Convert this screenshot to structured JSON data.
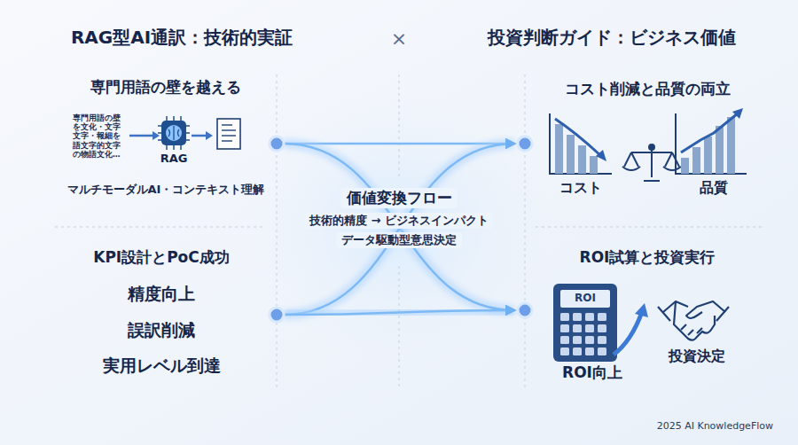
{
  "diagram": {
    "title": "RAG型AI通訳：技術的実証",
    "nodes": [
      {
        "text": [
          "専門用語の壁を越える",
          "マルチモーダルAI・コンテキスト理解"
        ]
      },
      {
        "text": [
          "KPI設計とPoC成功",
          "精度向上",
          "誤訳削減",
          "実用レベル到達"
        ]
      },
      {
        "text": [
          "コスト削減と品質の両立"
        ]
      },
      {
        "text": [
          "ROI試算と投資実行"
        ]
      }
    ],
    "edges": [
      {
        "from": 0,
        "to": 2,
        "arrow": "to"
      },
      {
        "from": 0,
        "to": 3,
        "arrow": "to"
      },
      {
        "from": 1,
        "to": 2,
        "arrow": "to"
      },
      {
        "from": 1,
        "to": 3,
        "arrow": "to"
      }
    ],
    "labels": [
      "×",
      "投資判断ガイド：ビジネス価値",
      "専門用語の壁 を文化・文字 文字・報細を 語文字的文字 の物語文化…",
      "RAG",
      "価値変換フロー",
      "技術的精度 → ビジネスインパクト",
      "データ駆動型意思決定",
      "コスト",
      "品質",
      "ROI",
      "ROI向上",
      "投資決定",
      "2025 AI KnowledgeFlow"
    ]
  }
}
